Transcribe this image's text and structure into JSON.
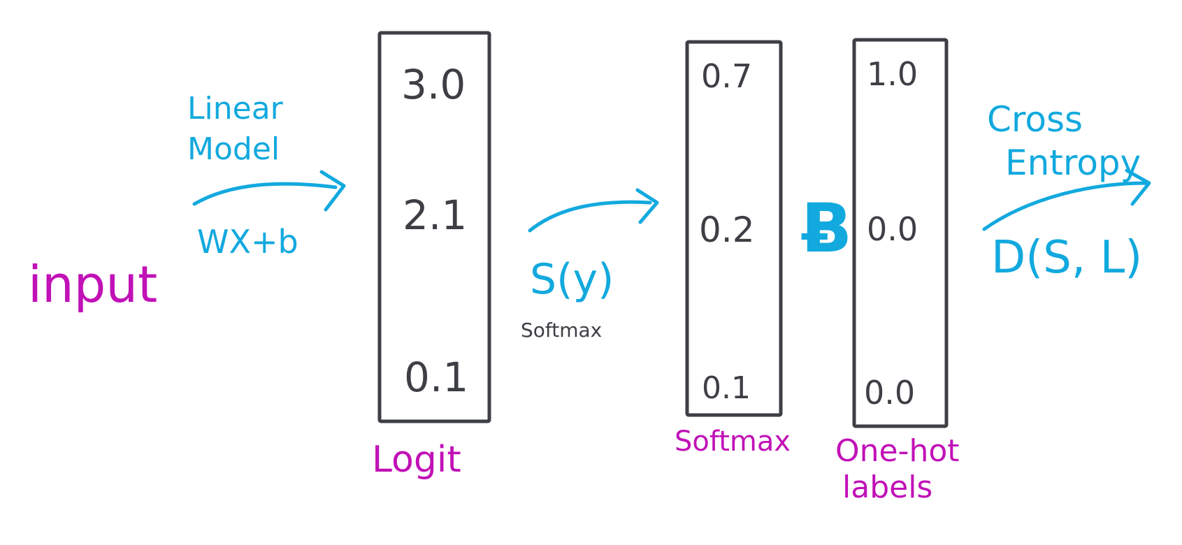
{
  "input_label": "input",
  "linear_model": {
    "title_line1": "Linear",
    "title_line2": "Model",
    "formula": "WX+b"
  },
  "logit": {
    "values": [
      "3.0",
      "2.1",
      "0.1"
    ],
    "label": "Logit"
  },
  "softmax_step": {
    "formula": "S(y)",
    "caption": "Softmax"
  },
  "softmax": {
    "values": [
      "0.7",
      "0.2",
      "0.1"
    ],
    "label": "Softmax"
  },
  "compare_symbol": "Ƀ",
  "one_hot": {
    "values": [
      "1.0",
      "0.0",
      "0.0"
    ],
    "label_line1": "One-hot",
    "label_line2": "labels"
  },
  "cross_entropy": {
    "title_line1": "Cross",
    "title_line2": "Entropy",
    "formula": "D(S, L)"
  },
  "colors": {
    "blue_ink": "#12a9de",
    "magenta_ink": "#c111b7",
    "dark_ink": "#3d3f45"
  }
}
